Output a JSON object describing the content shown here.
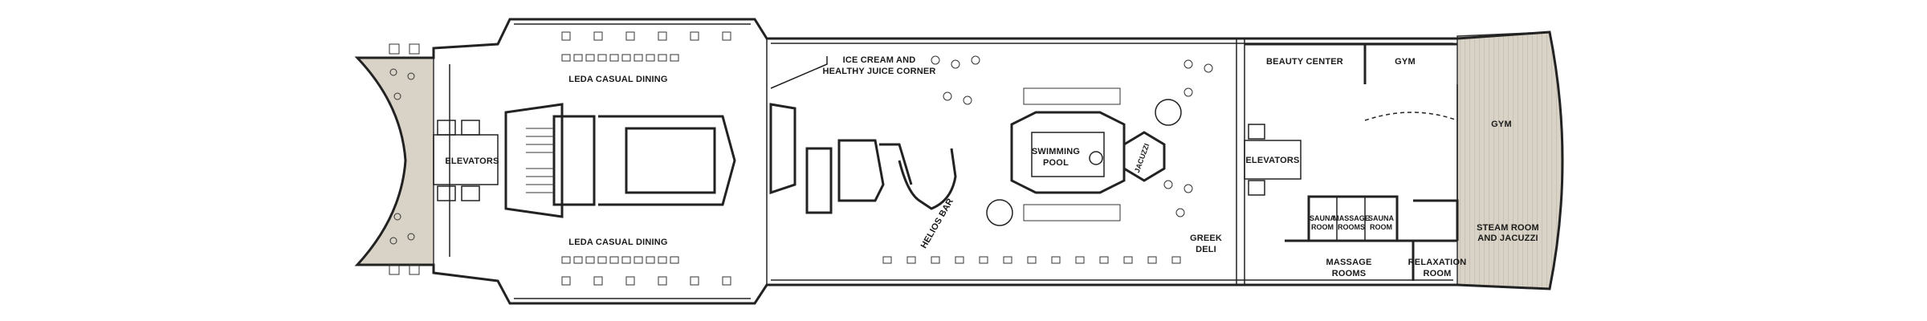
{
  "plan": {
    "labels": {
      "leda_top": "LEDA CASUAL DINING",
      "leda_bottom": "LEDA CASUAL DINING",
      "elevators_fwd": "ELEVATORS",
      "ice_cream_1": "ICE CREAM AND",
      "ice_cream_2": "HEALTHY JUICE CORNER",
      "swimming_1": "SWIMMING",
      "swimming_2": "POOL",
      "jacuzzi": "JACUZZI",
      "helios_bar": "HELIOS BAR",
      "greek_deli_1": "GREEK",
      "greek_deli_2": "DELI",
      "beauty_center": "BEAUTY CENTER",
      "gym_top": "GYM",
      "gym_main": "GYM",
      "elevators_aft": "ELEVATORS",
      "sauna_1a": "SAUNA",
      "sauna_1b": "ROOM",
      "massage_small_a": "MASSAGE",
      "massage_small_b": "ROOMS",
      "sauna_2a": "SAUNA",
      "sauna_2b": "ROOM",
      "steam_1": "STEAM ROOM",
      "steam_2": "AND JACUZZI",
      "massage_big_a": "MASSAGE",
      "massage_big_b": "ROOMS",
      "relax_a": "RELAXATION",
      "relax_b": "ROOM"
    },
    "colors": {
      "deck": "#d8d3c6",
      "wall": "#222222"
    }
  }
}
